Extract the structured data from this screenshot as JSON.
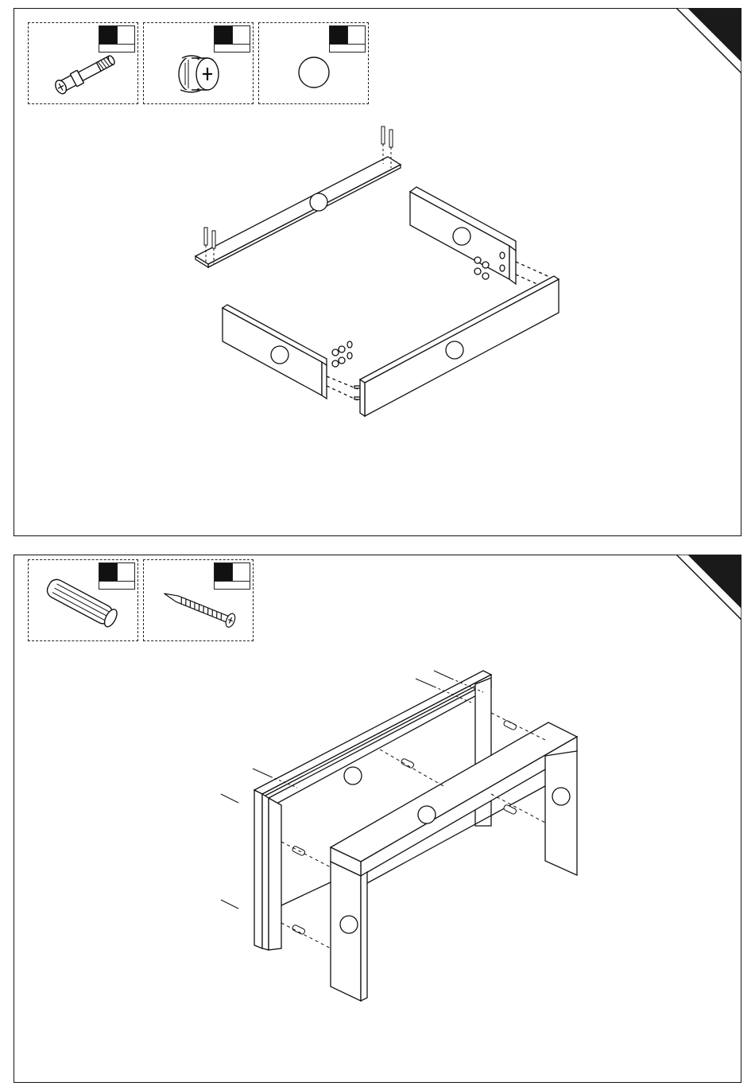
{
  "document": {
    "type": "assembly-instructions",
    "steps": [
      {
        "hardware": [
          {
            "icon": "cam-bolt-icon"
          },
          {
            "icon": "cam-lock-icon"
          },
          {
            "icon": "blank-part-circle-icon"
          }
        ],
        "parts": [
          "top-rail",
          "side-panel-right",
          "side-panel-left",
          "front-rail"
        ]
      },
      {
        "hardware": [
          {
            "icon": "wood-dowel-icon"
          },
          {
            "icon": "wood-screw-icon"
          }
        ],
        "parts": [
          "back-frame",
          "front-frame-top",
          "front-frame-leg-left",
          "front-frame-leg-right",
          "back-frame-leg"
        ]
      }
    ]
  },
  "colors": {
    "ink": "#111111",
    "paper": "#ffffff",
    "tag_fill": "#111111"
  }
}
